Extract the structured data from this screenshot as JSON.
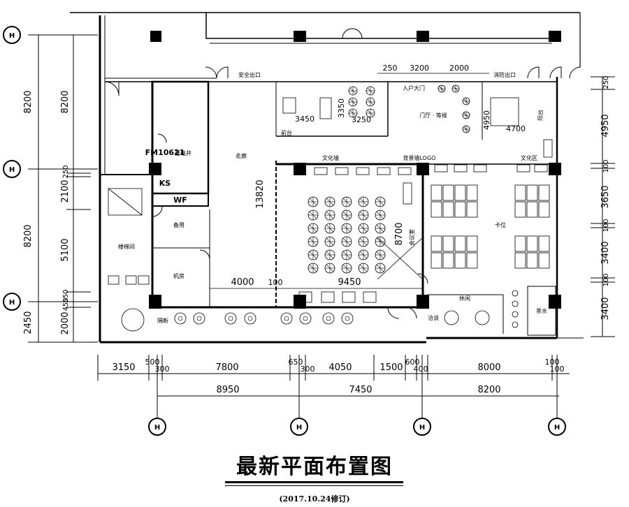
{
  "drawing": {
    "title": "最新平面布置图",
    "subtitle": "(2017.10.24修订)"
  },
  "left_dims": {
    "outer": [
      "8200",
      "8200",
      "2450"
    ],
    "inner": [
      "8200",
      "250",
      "2100",
      "5100",
      "550",
      "450",
      "2000"
    ]
  },
  "right_dims": [
    "250",
    "4950",
    "100",
    "3650",
    "100",
    "3400",
    "100",
    "3400"
  ],
  "bottom_dims": {
    "detail": [
      "3150",
      "500",
      "300",
      "7800",
      "650",
      "300",
      "4050",
      "1500",
      "600",
      "400",
      "8000",
      "100",
      "100"
    ],
    "bays": [
      "8950",
      "7450",
      "8200"
    ]
  },
  "top_dims": [
    "250",
    "3200",
    "2000"
  ],
  "plan_dims": [
    "13820",
    "3450",
    "3350",
    "3250",
    "4950",
    "4700",
    "8700",
    "4000",
    "100",
    "9450"
  ],
  "axis_labels": [
    "H",
    "H",
    "H",
    "H",
    "H",
    "H",
    "H"
  ],
  "room_labels": {
    "stair": "楼梯间",
    "storage": "备用",
    "equipment": "机房",
    "corridor": "走廊",
    "reception": "前台",
    "hall": "门厅 · 等候",
    "meeting": "会议室",
    "office": "卡位",
    "lounge": "休闲",
    "tea": "茶水",
    "dinner": "洽谈",
    "culture": "文化墙",
    "logo": "背景墙LOGO",
    "wf": "WF",
    "ks": "KS",
    "fm": "FM10621",
    "shaft": "强电井",
    "exit1": "安全出口",
    "exit2": "消防出口",
    "entry": "入户大门",
    "culture2": "文化区",
    "deco": "隔断",
    "balcony": "阳台"
  }
}
